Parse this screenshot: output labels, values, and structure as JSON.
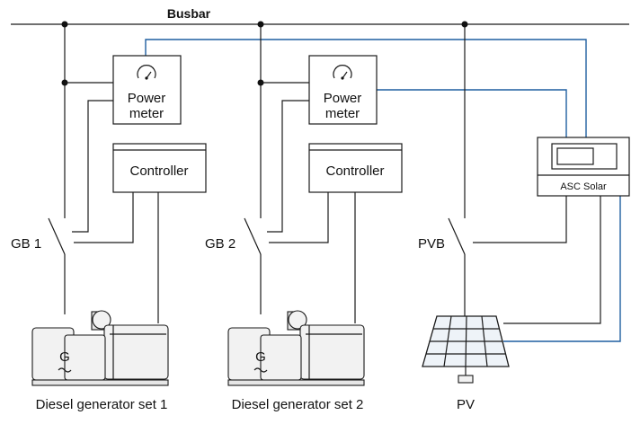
{
  "busbar": {
    "label": "Busbar"
  },
  "generators": [
    {
      "breaker_label": "GB 1",
      "meter_label_line1": "Power",
      "meter_label_line2": "meter",
      "controller_label": "Controller",
      "generator_symbol": "G",
      "set_label": "Diesel generator set 1"
    },
    {
      "breaker_label": "GB 2",
      "meter_label_line1": "Power",
      "meter_label_line2": "meter",
      "controller_label": "Controller",
      "generator_symbol": "G",
      "set_label": "Diesel generator set 2"
    }
  ],
  "pv": {
    "breaker_label": "PVB",
    "panel_label": "PV",
    "controller_label": "ASC Solar"
  },
  "icons": {
    "meter": "gauge-icon",
    "generator": "ac-generator-icon",
    "solar": "solar-panel-icon"
  },
  "colors": {
    "line": "#1a1a1a",
    "signal": "#1f5fa0"
  }
}
